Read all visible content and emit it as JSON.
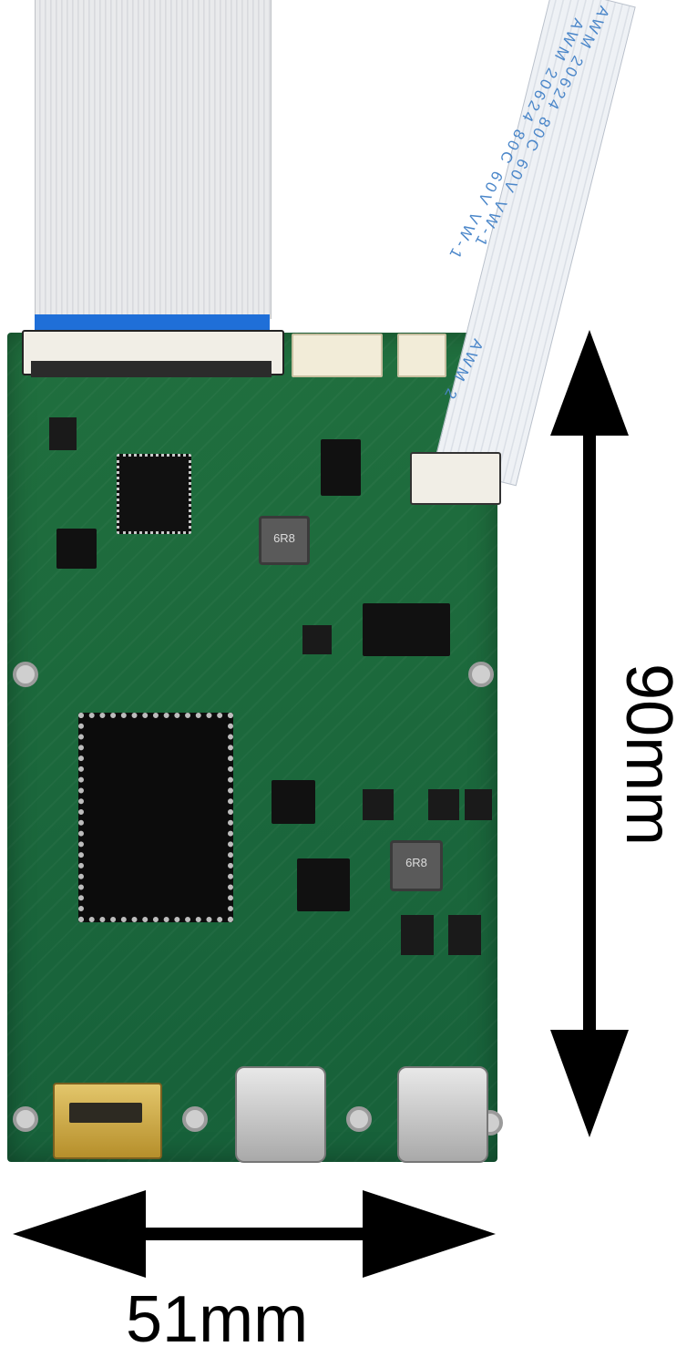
{
  "image": {
    "subject": "LCD controller board with ribbon cables",
    "dimensions": {
      "width_label": "51mm",
      "height_label": "90mm"
    },
    "ribbon_cable_print": {
      "row_a": "AWM 20624 80C 60V VW-1",
      "row_b": "AWM 20624 80C 60V VW-1",
      "row_c": "AWM 2"
    },
    "inductor_marking": "6R8"
  },
  "colors": {
    "pcb": "#1d6b3b",
    "arrow": "#000000",
    "ribbon_stiffener": "#1f6fd8",
    "ribbon_print": "#4a86c9"
  }
}
